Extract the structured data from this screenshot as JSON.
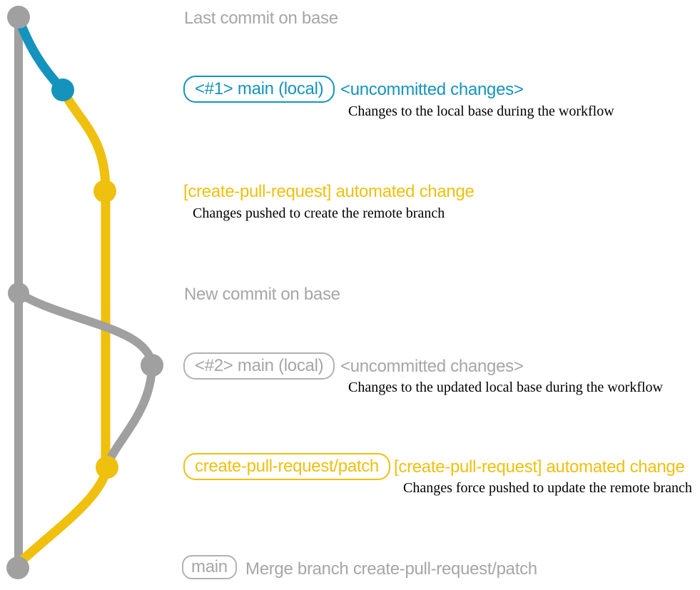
{
  "colors": {
    "gray": "#a0a0a0",
    "gray_text": "#a6a6a6",
    "gray_border": "#b2b2b2",
    "blue": "#1494bd",
    "yellow": "#efc00e",
    "black": "#000000",
    "background": "#ffffff"
  },
  "graph": {
    "branches": [
      {
        "id": "base",
        "color_key": "gray"
      },
      {
        "id": "local-working",
        "color_key": "blue"
      },
      {
        "id": "create-pull-request-patch",
        "color_key": "yellow"
      }
    ],
    "commits": [
      {
        "id": "last-commit-on-base",
        "color_key": "gray"
      },
      {
        "id": "uncommitted-changes-1",
        "color_key": "blue"
      },
      {
        "id": "automated-change-1",
        "color_key": "yellow"
      },
      {
        "id": "new-commit-on-base",
        "color_key": "gray"
      },
      {
        "id": "uncommitted-changes-2",
        "color_key": "gray"
      },
      {
        "id": "automated-change-2-force-pushed",
        "color_key": "yellow"
      },
      {
        "id": "merge-commit",
        "color_key": "gray"
      }
    ]
  },
  "annotations": {
    "last_commit_label": "Last commit on base",
    "row1": {
      "badge": "<#1> main (local)",
      "status": "<uncommitted changes>",
      "description": "Changes to the local base during the workflow"
    },
    "row2": {
      "message": "[create-pull-request] automated change",
      "description": "Changes pushed to create the remote branch"
    },
    "new_commit_label": "New commit on base",
    "row3": {
      "badge": "<#2> main (local)",
      "status": "<uncommitted changes>",
      "description": "Changes to the updated local base during the workflow"
    },
    "row4": {
      "badge": "create-pull-request/patch",
      "message": "[create-pull-request] automated change",
      "description": "Changes force pushed to update the remote branch"
    },
    "row5": {
      "badge": "main",
      "message": "Merge branch create-pull-request/patch"
    }
  }
}
